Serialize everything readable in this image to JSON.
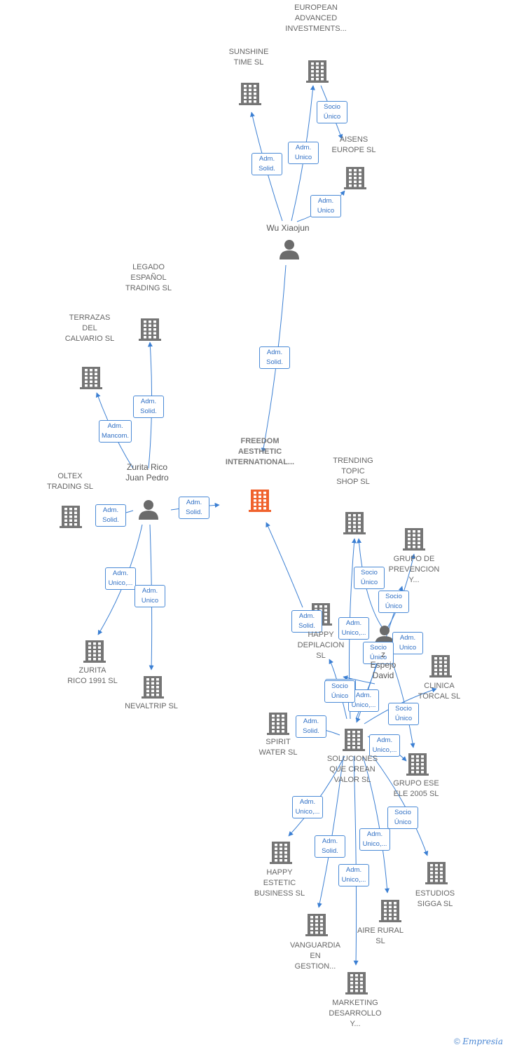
{
  "colors": {
    "edge": "#3b7fd3",
    "building": "#757575",
    "focal": "#f0622d",
    "person": "#6b6b6b",
    "label_border": "#4a8ad6"
  },
  "nodes": [
    {
      "id": "freedom",
      "lines": [
        "FREEDOM",
        "AESTHETIC",
        "INTERNATIONAL..."
      ],
      "kind": "focal"
    },
    {
      "id": "wu",
      "lines": [
        "Wu Xiaojun"
      ],
      "kind": "person"
    },
    {
      "id": "sunshine",
      "lines": [
        "SUNSHINE",
        "TIME  SL"
      ],
      "kind": "company"
    },
    {
      "id": "european",
      "lines": [
        "EUROPEAN",
        "ADVANCED",
        "INVESTMENTS..."
      ],
      "kind": "company"
    },
    {
      "id": "aisens",
      "lines": [
        "AISENS",
        "EUROPE  SL"
      ],
      "kind": "company"
    },
    {
      "id": "legado",
      "lines": [
        "LEGADO",
        "ESPAÑOL",
        "TRADING  SL"
      ],
      "kind": "company"
    },
    {
      "id": "terrazas",
      "lines": [
        "TERRAZAS",
        "DEL",
        "CALVARIO  SL"
      ],
      "kind": "company"
    },
    {
      "id": "zurita",
      "lines": [
        "Zurita Rico",
        "Juan Pedro"
      ],
      "kind": "person"
    },
    {
      "id": "oltex",
      "lines": [
        "OLTEX",
        "TRADING  SL"
      ],
      "kind": "company"
    },
    {
      "id": "zuritarico",
      "lines": [
        "ZURITA",
        "RICO 1991  SL"
      ],
      "kind": "company"
    },
    {
      "id": "nevaltrip",
      "lines": [
        "NEVALTRIP  SL"
      ],
      "kind": "company"
    },
    {
      "id": "trending",
      "lines": [
        "TRENDING",
        "TOPIC",
        "SHOP  SL"
      ],
      "kind": "company"
    },
    {
      "id": "grupoprev",
      "lines": [
        "GRUPO DE",
        "PREVENCION",
        "Y..."
      ],
      "kind": "company"
    },
    {
      "id": "happydep",
      "lines": [
        "HAPPY",
        "DEPILACION",
        "SL"
      ],
      "kind": "company"
    },
    {
      "id": "espejo",
      "lines": [
        "z",
        "Espejo",
        "David"
      ],
      "kind": "person"
    },
    {
      "id": "clinica",
      "lines": [
        "CLINICA",
        "TORCAL  SL"
      ],
      "kind": "company"
    },
    {
      "id": "spirit",
      "lines": [
        "SPIRIT",
        "WATER  SL"
      ],
      "kind": "company"
    },
    {
      "id": "soluciones",
      "lines": [
        "SOLUCIONES",
        "QUE CREAN",
        "VALOR  SL"
      ],
      "kind": "company"
    },
    {
      "id": "grupoese",
      "lines": [
        "GRUPO ESE",
        "ELE 2005 SL"
      ],
      "kind": "company"
    },
    {
      "id": "happyestetic",
      "lines": [
        "HAPPY",
        "ESTETIC",
        "BUSINESS  SL"
      ],
      "kind": "company"
    },
    {
      "id": "estudios",
      "lines": [
        "ESTUDIOS",
        "SIGGA  SL"
      ],
      "kind": "company"
    },
    {
      "id": "aire",
      "lines": [
        "AIRE RURAL",
        "SL"
      ],
      "kind": "company"
    },
    {
      "id": "vanguardia",
      "lines": [
        "VANGUARDIA",
        "EN",
        "GESTION..."
      ],
      "kind": "company"
    },
    {
      "id": "marketing",
      "lines": [
        "MARKETING",
        "DESARROLLO",
        "Y..."
      ],
      "kind": "company"
    }
  ],
  "edges": [
    {
      "from": "wu",
      "to": "freedom",
      "lines": [
        "Adm.",
        "Solid."
      ]
    },
    {
      "from": "wu",
      "to": "sunshine",
      "lines": [
        "Adm.",
        "Solid."
      ]
    },
    {
      "from": "wu",
      "to": "european",
      "lines": [
        "Adm.",
        "Unico"
      ]
    },
    {
      "from": "wu",
      "to": "aisens",
      "lines": [
        "Adm.",
        "Unico"
      ]
    },
    {
      "from": "european",
      "to": "aisens",
      "lines": [
        "Socio",
        "Único"
      ]
    },
    {
      "from": "zurita",
      "to": "freedom",
      "lines": [
        "Adm.",
        "Solid."
      ]
    },
    {
      "from": "zurita",
      "to": "legado",
      "lines": [
        "Adm.",
        "Solid."
      ]
    },
    {
      "from": "zurita",
      "to": "terrazas",
      "lines": [
        "Adm.",
        "Mancom."
      ]
    },
    {
      "from": "zurita",
      "to": "oltex",
      "lines": [
        "Adm.",
        "Solid."
      ]
    },
    {
      "from": "zurita",
      "to": "zuritarico",
      "lines": [
        "Adm.",
        "Unico,..."
      ]
    },
    {
      "from": "zurita",
      "to": "nevaltrip",
      "lines": [
        "Adm.",
        "Unico"
      ]
    },
    {
      "from": "happydep",
      "to": "freedom",
      "lines": [
        "Adm.",
        "Solid."
      ]
    },
    {
      "from": "soluciones",
      "to": "trending",
      "lines": [
        "Socio",
        "Único"
      ]
    },
    {
      "from": "espejo",
      "to": "trending",
      "lines": [
        "Adm.",
        "Unico,..."
      ]
    },
    {
      "from": "soluciones",
      "to": "grupoprev",
      "lines": [
        "Socio",
        "Único"
      ]
    },
    {
      "from": "espejo",
      "to": "grupoprev",
      "lines": [
        "Adm.",
        "Unico"
      ]
    },
    {
      "from": "soluciones",
      "to": "happydep",
      "lines": [
        "Socio",
        "Único"
      ]
    },
    {
      "from": "espejo",
      "to": "soluciones",
      "lines": [
        "Socio",
        "Único"
      ]
    },
    {
      "from": "soluciones",
      "to": "clinica",
      "lines": [
        "Adm.",
        "Unico,..."
      ]
    },
    {
      "from": "espejo",
      "to": "clinica",
      "lines": [
        "Socio",
        "Único"
      ]
    },
    {
      "from": "soluciones",
      "to": "grupoese",
      "lines": [
        "Adm.",
        "Unico,..."
      ]
    },
    {
      "from": "soluciones",
      "to": "spirit",
      "lines": [
        "Adm.",
        "Solid."
      ]
    },
    {
      "from": "soluciones",
      "to": "happyestetic",
      "lines": [
        "Adm.",
        "Unico,..."
      ]
    },
    {
      "from": "soluciones",
      "to": "vanguardia",
      "lines": [
        "Adm.",
        "Solid."
      ]
    },
    {
      "from": "soluciones",
      "to": "aire",
      "lines": [
        "Adm.",
        "Unico,..."
      ]
    },
    {
      "from": "soluciones",
      "to": "estudios",
      "lines": [
        "Socio",
        "Único"
      ]
    },
    {
      "from": "soluciones",
      "to": "marketing",
      "lines": [
        "Adm.",
        "Unico,..."
      ]
    },
    {
      "from": "espejo",
      "to": "happydep",
      "lines": [
        "Socio",
        "Único"
      ]
    }
  ],
  "footer": {
    "copyright": "©",
    "brand": "Empresia"
  }
}
